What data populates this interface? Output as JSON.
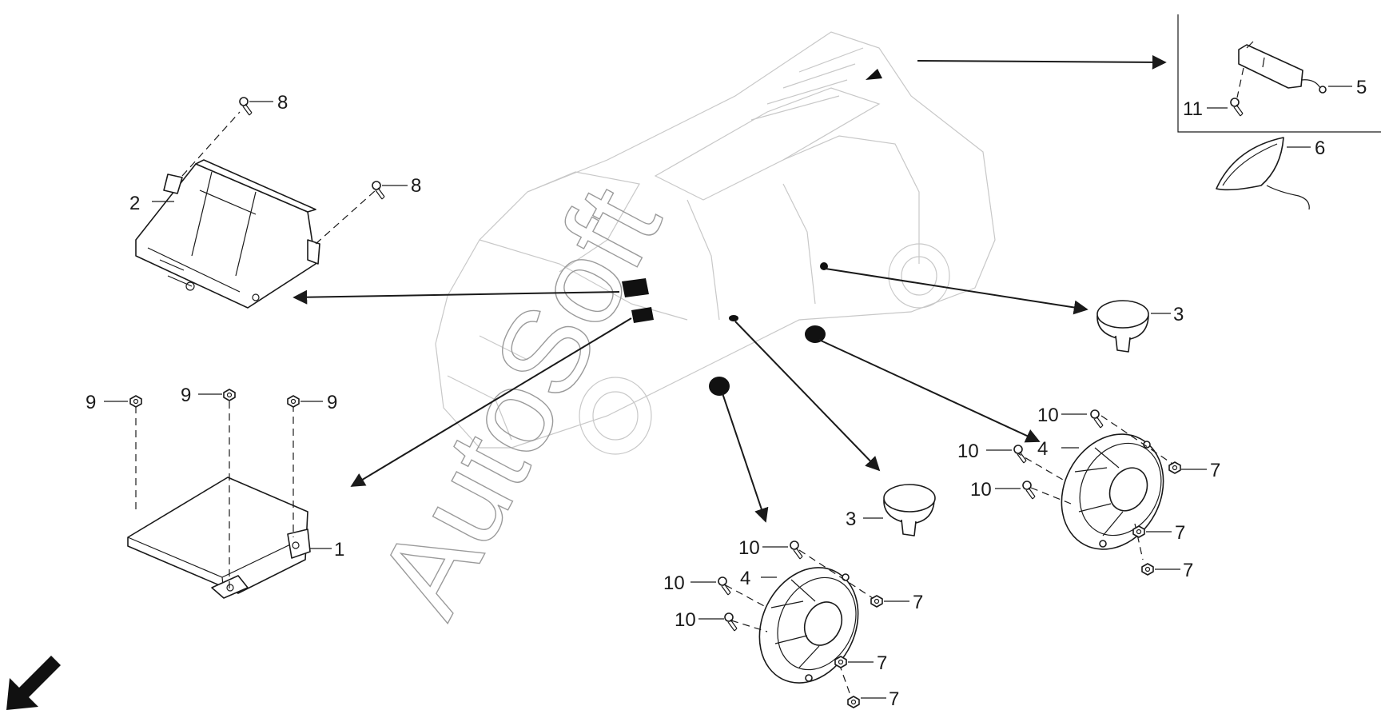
{
  "watermark": {
    "text": "AutoSoft"
  },
  "callouts": {
    "c1": "1",
    "c2": "2",
    "c3a": "3",
    "c3b": "3",
    "c4a": "4",
    "c4b": "4",
    "c5": "5",
    "c6": "6",
    "c7a": "7",
    "c7b": "7",
    "c7c": "7",
    "c7d": "7",
    "c7e": "7",
    "c7f": "7",
    "c8a": "8",
    "c8b": "8",
    "c9a": "9",
    "c9b": "9",
    "c9c": "9",
    "c10a": "10",
    "c10b": "10",
    "c10c": "10",
    "c10d": "10",
    "c10e": "10",
    "c10f": "10",
    "c11": "11"
  },
  "icons": {
    "direction": "front-direction-arrow-icon"
  },
  "colors": {
    "line": "#1a1a1a",
    "car_outline": "#c8c8c8",
    "watermark": "#9a9a9a"
  }
}
